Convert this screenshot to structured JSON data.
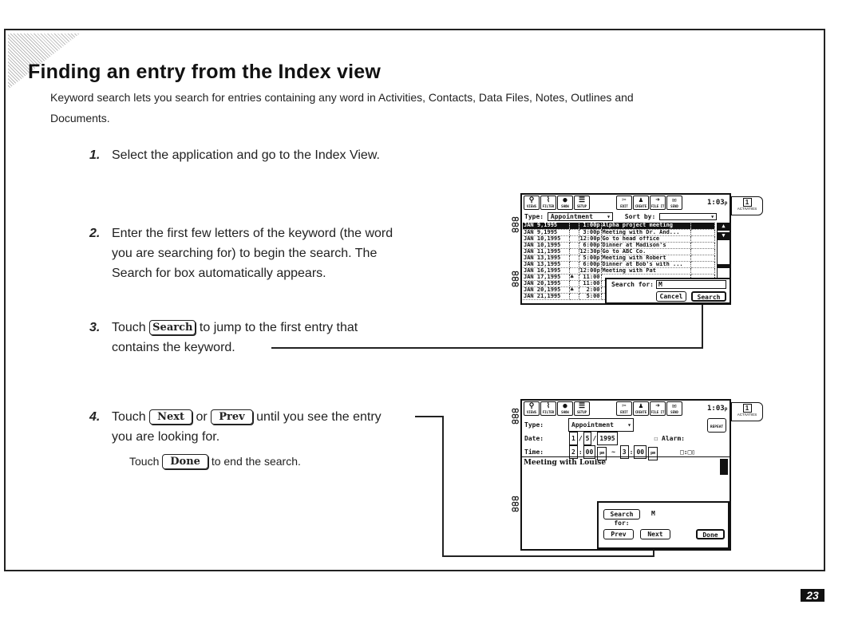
{
  "title": "Finding an entry from the Index view",
  "intro": [
    "Keyword search lets you search for entries containing any word in Activities, Contacts, Data Files, Notes, Outlines and",
    "Documents."
  ],
  "steps": [
    {
      "num": "1.",
      "lines": [
        "Select the application and go to the Index View."
      ]
    },
    {
      "num": "2.",
      "lines": [
        "Enter the first few letters of the keyword (the word",
        "you are searching for) to begin the search. The",
        "Search for box automatically appears."
      ]
    },
    {
      "num": "3.",
      "pre": "Touch",
      "button": "Search",
      "post": "to jump to the first entry that",
      "line2": "contains the keyword."
    },
    {
      "num": "4.",
      "pre": "Touch",
      "button": "Next",
      "mid": "or",
      "button2": "Prev",
      "post": "until you see the entry",
      "line2": "you are looking for."
    }
  ],
  "done_note": {
    "pre": "Touch",
    "button": "Done",
    "post": "to end the search."
  },
  "page_number": "23",
  "toolbar": {
    "left": [
      {
        "icon": "magnifier-icon",
        "label": "VIEWS"
      },
      {
        "icon": "filter-icon",
        "label": "FILTER"
      },
      {
        "icon": "show-icon",
        "label": "SHOW"
      },
      {
        "icon": "setup-icon",
        "label": "SETUP"
      }
    ],
    "right": [
      {
        "icon": "scissors-icon",
        "label": "EDIT"
      },
      {
        "icon": "create-icon",
        "label": "CREATE"
      },
      {
        "icon": "folder-icon",
        "label": "FILE IT"
      },
      {
        "icon": "send-icon",
        "label": "SEND"
      }
    ],
    "time": "1:03",
    "ampm": "p",
    "tab_label": "ACTIVITIES",
    "tab_num": "1"
  },
  "device1": {
    "type_label": "Type:",
    "type_value": "Appointment",
    "sort_label": "Sort by:",
    "sort_value": "",
    "rows": [
      {
        "date": "JAN  9,1995",
        "alarm": "",
        "time": "1:00p",
        "desc": "Alpha project meeting"
      },
      {
        "date": "JAN  9,1995",
        "alarm": "",
        "time": "3:00p",
        "desc": "Meeting with Dr. And..."
      },
      {
        "date": "JAN 10,1995",
        "alarm": "",
        "time": "12:00p",
        "desc": "Go to head office"
      },
      {
        "date": "JAN 10,1995",
        "alarm": "",
        "time": "6:00p",
        "desc": "Dinner at Madison's"
      },
      {
        "date": "JAN 11,1995",
        "alarm": "",
        "time": "12:30p",
        "desc": "Go to ABC Co."
      },
      {
        "date": "JAN 13,1995",
        "alarm": "",
        "time": "5:00p",
        "desc": "Meeting with Robert"
      },
      {
        "date": "JAN 13,1995",
        "alarm": "",
        "time": "6:00p",
        "desc": "Dinner at Bob's with ..."
      },
      {
        "date": "JAN 16,1995",
        "alarm": "",
        "time": "12:00p",
        "desc": "Meeting with Pat"
      },
      {
        "date": "JAN 17,1995",
        "alarm": "♣",
        "time": "11:00",
        "desc": ""
      },
      {
        "date": "JAN 20,1995",
        "alarm": "",
        "time": "11:00",
        "desc": ""
      },
      {
        "date": "JAN 20,1995",
        "alarm": "♣",
        "time": "2:00",
        "desc": ""
      },
      {
        "date": "JAN 21,1995",
        "alarm": "",
        "time": "5:00",
        "desc": ""
      }
    ],
    "search_label": "Search for:",
    "search_value": "M",
    "cancel": "Cancel",
    "search": "Search"
  },
  "device2": {
    "type_label": "Type:",
    "type_value": "Appointment",
    "date_label": "Date:",
    "month": "1",
    "day": "5",
    "year": "1995",
    "time_label": "Time:",
    "start_h": "2",
    "start_m": "00",
    "end_h": "3",
    "end_m": "00",
    "ampm": "pm",
    "alarm_label": "Alarm:",
    "repeat_label": "REPEAT",
    "note": "Meeting with Louise",
    "search_label": "Search for:",
    "search_value": "M",
    "prev": "Prev",
    "next": "Next",
    "done": "Done"
  }
}
